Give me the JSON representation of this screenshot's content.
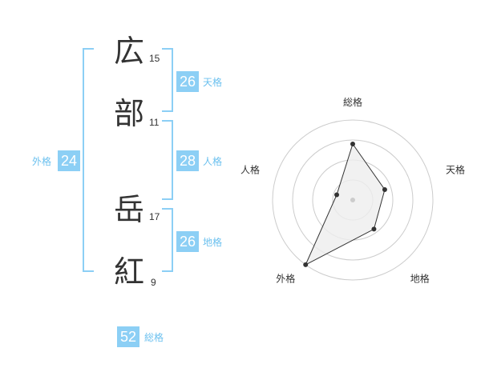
{
  "name_chars": [
    {
      "char": "広",
      "strokes": "15"
    },
    {
      "char": "部",
      "strokes": "11"
    },
    {
      "char": "岳",
      "strokes": "17"
    },
    {
      "char": "紅",
      "strokes": "9"
    }
  ],
  "kakusu": {
    "tenkaku": {
      "value": "26",
      "label": "天格"
    },
    "jinkaku": {
      "value": "28",
      "label": "人格"
    },
    "chikaku": {
      "value": "26",
      "label": "地格"
    },
    "gaikaku": {
      "value": "24",
      "label": "外格"
    },
    "soukaku": {
      "value": "52",
      "label": "総格"
    }
  },
  "colors": {
    "accent": "#8ccff5",
    "label": "#6cc1ef",
    "text": "#333333",
    "grid": "#cccccc",
    "fill": "#eeeeee"
  },
  "chart_data": {
    "type": "radar",
    "categories": [
      "総格",
      "天格",
      "地格",
      "外格",
      "人格"
    ],
    "values": [
      0.7,
      0.42,
      0.45,
      1.0,
      0.21
    ],
    "rmax": 1.0,
    "grid_rings": 4,
    "center_marker": true
  }
}
